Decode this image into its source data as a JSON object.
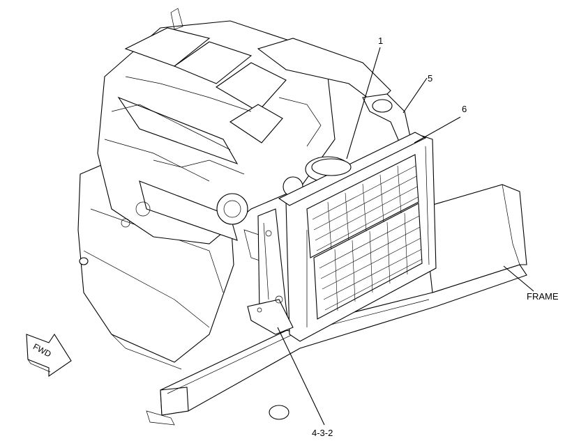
{
  "callouts": [
    {
      "id": "c1",
      "text": "1"
    },
    {
      "id": "c5",
      "text": "5"
    },
    {
      "id": "c6",
      "text": "6"
    },
    {
      "id": "frame",
      "text": "FRAME"
    },
    {
      "id": "c432",
      "text": "4-3-2"
    }
  ],
  "direction_marker": {
    "text": "FWD"
  }
}
